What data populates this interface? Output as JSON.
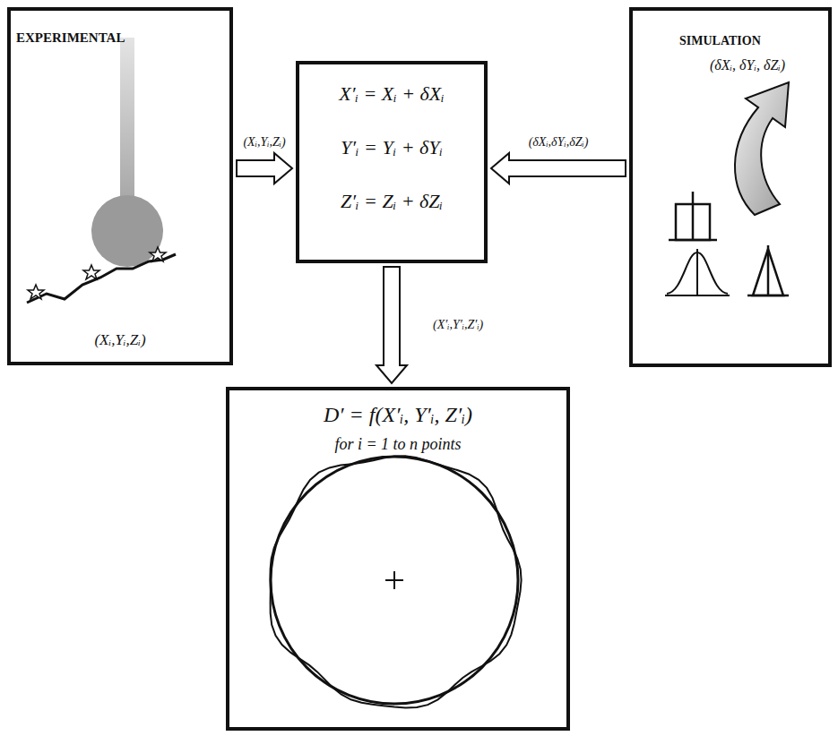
{
  "diagram": {
    "nodes": [
      {
        "text": [
          "EXPERIMENTAL",
          "(Xᵢ,Yᵢ,Zᵢ)"
        ]
      },
      {
        "text": [
          "X′ᵢ = Xᵢ + δXᵢ",
          "Y′ᵢ = Yᵢ + δYᵢ",
          "Z′ᵢ = Zᵢ + δZᵢ"
        ]
      },
      {
        "text": [
          "SIMULATION",
          "(δXᵢ, δYᵢ, δZᵢ)"
        ]
      },
      {
        "text": [
          "D′ = f(X′ᵢ, Y′ᵢ, Z′ᵢ)",
          "for i = 1 to n points"
        ]
      }
    ],
    "edges": [
      {
        "from": 0,
        "to": 1,
        "arrow": "to",
        "label": "(Xᵢ,Yᵢ,Zᵢ)"
      },
      {
        "from": 2,
        "to": 1,
        "arrow": "to",
        "label": "(δXᵢ,δYᵢ,δZᵢ)"
      },
      {
        "from": 1,
        "to": 3,
        "arrow": "to",
        "label": "(X′ᵢ,Y′ᵢ,Z′ᵢ)"
      }
    ]
  }
}
